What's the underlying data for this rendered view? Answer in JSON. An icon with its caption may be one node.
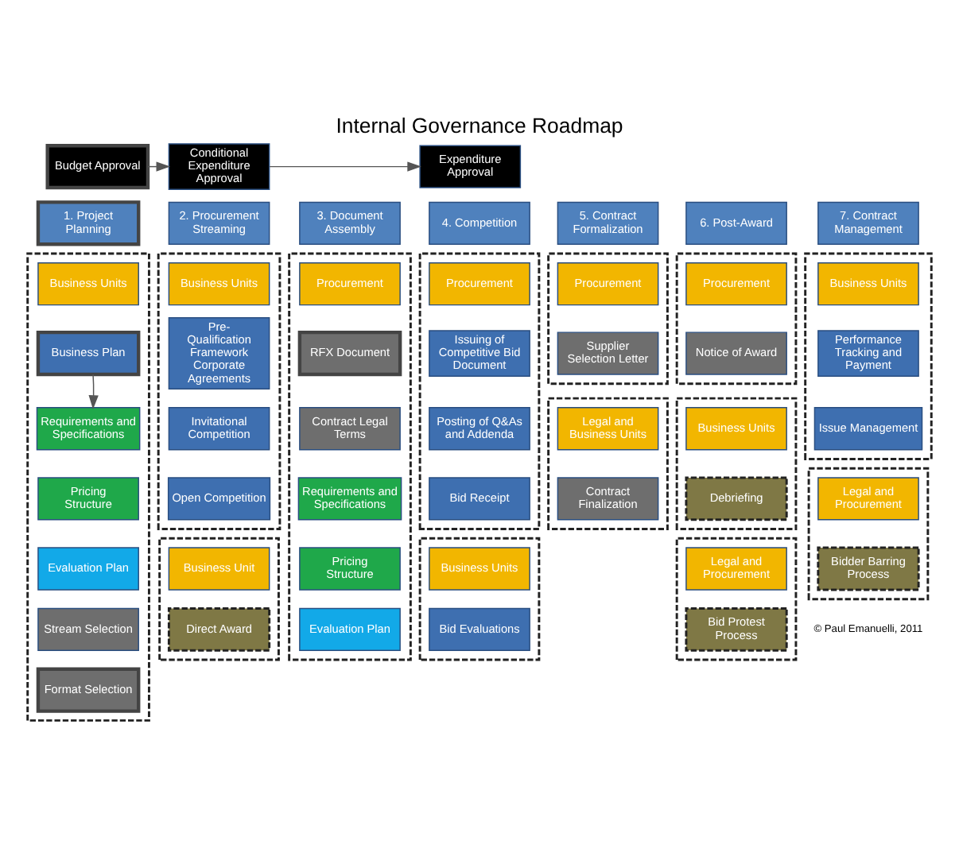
{
  "diagram": {
    "title": "Internal Governance Roadmap",
    "nodes": [
      {
        "text": [
          "Budget Approval"
        ]
      },
      {
        "text": [
          "Conditional Expenditure Approval"
        ]
      },
      {
        "text": [
          "Expenditure Approval"
        ]
      },
      {
        "text": [
          "1. Project Planning"
        ]
      },
      {
        "text": [
          "2. Procurement Streaming"
        ]
      },
      {
        "text": [
          "3. Document Assembly"
        ]
      },
      {
        "text": [
          "4. Competition"
        ]
      },
      {
        "text": [
          "5. Contract Formalization"
        ]
      },
      {
        "text": [
          "6. Post-Award"
        ]
      },
      {
        "text": [
          "7. Contract Management"
        ]
      },
      {
        "text": [],
        "shape": "box"
      },
      {
        "text": [
          "Business Units"
        ],
        "in": 10
      },
      {
        "text": [
          "Business Plan"
        ],
        "in": 10
      },
      {
        "text": [
          "Requirements and Specifications"
        ],
        "in": 10
      },
      {
        "text": [
          "Pricing Structure"
        ],
        "in": 10
      },
      {
        "text": [
          "Evaluation Plan"
        ],
        "in": 10
      },
      {
        "text": [
          "Stream Selection"
        ],
        "in": 10
      },
      {
        "text": [
          "Format Selection"
        ],
        "in": 10
      },
      {
        "text": [],
        "shape": "box"
      },
      {
        "text": [
          "Business Units"
        ],
        "in": 18
      },
      {
        "text": [
          "Pre-Qualification Framework Corporate Agreements"
        ],
        "in": 18
      },
      {
        "text": [
          "Invitational Competition"
        ],
        "in": 18
      },
      {
        "text": [
          "Open Competition"
        ],
        "in": 18
      },
      {
        "text": [],
        "shape": "box"
      },
      {
        "text": [
          "Procurement"
        ],
        "in": 23
      },
      {
        "text": [
          "RFX Document"
        ],
        "in": 23
      },
      {
        "text": [
          "Contract Legal Terms"
        ],
        "in": 23
      },
      {
        "text": [
          "Requirements and Specifications"
        ],
        "in": 23
      },
      {
        "text": [
          "Pricing Structure"
        ],
        "in": 23
      },
      {
        "text": [
          "Evaluation Plan"
        ],
        "in": 23
      },
      {
        "text": [],
        "shape": "box"
      },
      {
        "text": [
          "Procurement"
        ],
        "in": 30
      },
      {
        "text": [
          "Issuing of Competitive Bid Document"
        ],
        "in": 30
      },
      {
        "text": [
          "Posting of Q&As and Addenda"
        ],
        "in": 30
      },
      {
        "text": [
          "Bid Receipt"
        ],
        "in": 30
      },
      {
        "text": [],
        "shape": "box"
      },
      {
        "text": [
          "Procurement"
        ],
        "in": 35
      },
      {
        "text": [
          "Supplier Selection Letter"
        ],
        "in": 35
      },
      {
        "text": [],
        "shape": "box"
      },
      {
        "text": [
          "Procurement"
        ],
        "in": 38
      },
      {
        "text": [
          "Notice of Award"
        ],
        "in": 38
      },
      {
        "text": [],
        "shape": "box"
      },
      {
        "text": [
          "Business Units"
        ],
        "in": 41
      },
      {
        "text": [
          "Performance Tracking and Payment"
        ],
        "in": 41
      },
      {
        "text": [
          "Issue Management"
        ],
        "in": 41
      },
      {
        "text": [],
        "shape": "box"
      },
      {
        "text": [
          "Business Units"
        ],
        "in": 45
      },
      {
        "text": [
          "Bid Evaluations"
        ],
        "in": 45
      },
      {
        "text": [],
        "shape": "box"
      },
      {
        "text": [
          "Business Units"
        ],
        "in": 48
      },
      {
        "text": [
          "Debriefing"
        ],
        "in": 48
      },
      {
        "text": [],
        "shape": "box"
      },
      {
        "text": [
          "Legal and Procurement"
        ],
        "in": 51
      },
      {
        "text": [
          "Bidder Barring Process"
        ],
        "in": 51
      },
      {
        "text": [],
        "shape": "box"
      },
      {
        "text": [
          "Legal and Business Units"
        ],
        "in": 54
      },
      {
        "text": [
          "Contract Finalization"
        ],
        "in": 54
      },
      {
        "text": [],
        "shape": "box"
      },
      {
        "text": [
          "Business Unit"
        ],
        "in": 57
      },
      {
        "text": [
          "Direct Award"
        ],
        "in": 57
      },
      {
        "text": [],
        "shape": "box"
      },
      {
        "text": [
          "Legal and Procurement"
        ],
        "in": 60
      },
      {
        "text": [
          "Bid Protest Process"
        ],
        "in": 60
      }
    ],
    "edges": [
      {
        "from": 0,
        "to": 1,
        "arrow": "to"
      },
      {
        "from": 1,
        "to": 2,
        "arrow": "to"
      },
      {
        "from": 12,
        "to": 13,
        "arrow": "to"
      }
    ],
    "labels": [
      "© Paul Emanuelli, 2011"
    ]
  }
}
